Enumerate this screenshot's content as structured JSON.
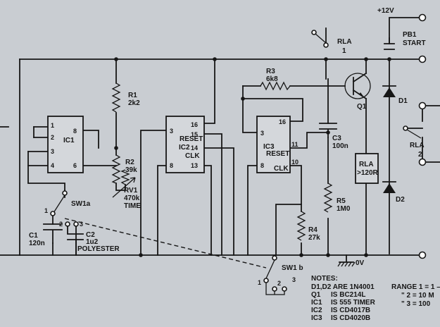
{
  "supply": {
    "vplus": "+12V",
    "ground": "0V"
  },
  "components": {
    "pb1": [
      "PB1",
      "START"
    ],
    "rla1": [
      "RLA",
      "1"
    ],
    "rla2": [
      "RLA",
      "2"
    ],
    "rla_coil": [
      "RLA",
      ">120R"
    ],
    "q1": "Q1",
    "d1": "D1",
    "d2": "D2",
    "r1": [
      "R1",
      "2k2"
    ],
    "r2": [
      "R2",
      "39k"
    ],
    "rv1": [
      "RV1",
      "470k",
      "TIME"
    ],
    "r3": [
      "R3",
      "6k8"
    ],
    "c3": [
      "C3",
      "100n"
    ],
    "r5": [
      "R5",
      "1M0"
    ],
    "r4": [
      "R4",
      "27k"
    ],
    "c1": [
      "C1",
      "120n"
    ],
    "c2": [
      "C2",
      "1u2",
      "POLYESTER"
    ],
    "sw1a": "SW1a",
    "sw1b": "SW1 b"
  },
  "ic1": {
    "name": "IC1",
    "pins": [
      "1",
      "2",
      "3",
      "4",
      "8",
      "6"
    ]
  },
  "ic2": {
    "name": "IC2",
    "reset": "RESET",
    "clk": "CLK",
    "pins": [
      "3",
      "8",
      "16",
      "15",
      "14",
      "13"
    ]
  },
  "ic3": {
    "name": "IC3",
    "reset": "RESET",
    "clk": "CLK",
    "pins": [
      "3",
      "8",
      "16",
      "11",
      "10"
    ]
  },
  "switch_positions": [
    "1",
    "2",
    "3"
  ],
  "notes": {
    "heading": "NOTES:",
    "diodes": "D1,D2 ARE 1N4001",
    "rows": [
      [
        "Q1",
        "IS BC214L"
      ],
      [
        "IC1",
        "IS 555 TIMER"
      ],
      [
        "IC2",
        "IS CD4017B"
      ],
      [
        "IC3",
        "IS CD4020B"
      ]
    ]
  },
  "range": {
    "heading": "RANGE 1 = 1 –",
    "r2": "\"     2 = 10 M",
    "r3": "\"     3 = 100"
  }
}
